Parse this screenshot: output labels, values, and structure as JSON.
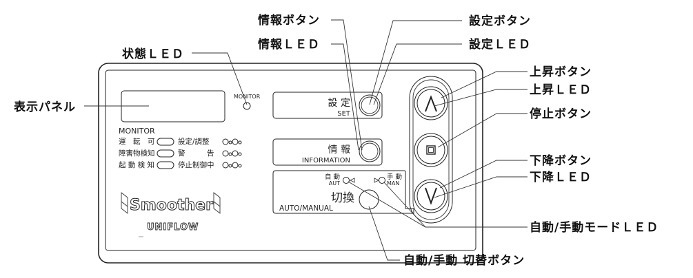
{
  "callouts": {
    "status_led": "状態ＬＥＤ",
    "display_panel": "表示パネル",
    "info_button": "情報ボタン",
    "info_led": "情報ＬＥＤ",
    "set_button": "設定ボタン",
    "set_led": "設定ＬＥＤ",
    "up_button": "上昇ボタン",
    "up_led": "上昇ＬＥＤ",
    "stop_button": "停止ボタン",
    "down_button": "下降ボタン",
    "down_led": "下降ＬＥＤ",
    "mode_led": "自動/手動モードＬＥＤ",
    "mode_switch_button": "自動/手動 切替ボタン"
  },
  "panel": {
    "monitor_led_label": "MONITOR",
    "monitor_section_title": "MONITOR",
    "monitor_rows": [
      {
        "left": "運　転　可",
        "right": "設定/調整"
      },
      {
        "left": "障害物検知",
        "right": "警　　　告"
      },
      {
        "left": "起 動 検 知",
        "right": "停止制御中"
      }
    ],
    "set_button": {
      "jp": "設 定",
      "en": "SET"
    },
    "info_button": {
      "jp": "情 報",
      "en": "INFORMATION"
    },
    "mode_box": {
      "auto_jp": "自 動",
      "auto_en": "AUT",
      "manual_jp": "手 動",
      "manual_en": "MAN",
      "switch_jp": "切換",
      "switch_en": "AUTO/MANUAL"
    },
    "brand": "Smoother",
    "maker": "UNIFLOW",
    "up_symbol": "Λ",
    "down_symbol": "V"
  }
}
